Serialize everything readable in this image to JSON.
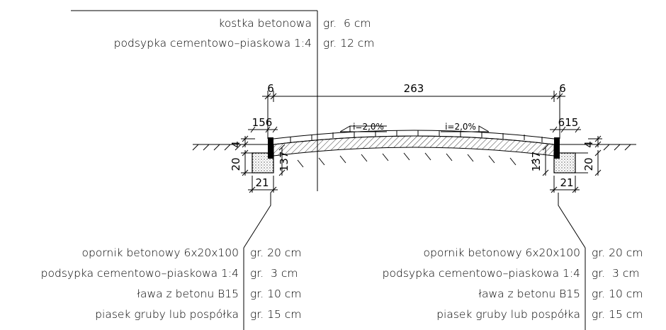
{
  "top_table": {
    "rows": [
      {
        "material": "kostka betonowa",
        "thickness": "gr.  6 cm"
      },
      {
        "material": "podsypka cementowo–piaskowa 1:4",
        "thickness": "gr. 12 cm"
      }
    ]
  },
  "dimensions": {
    "total_width": "263",
    "left_margin": "6",
    "right_margin": "6",
    "left_detail": "156",
    "right_detail": "615",
    "left_height": "20",
    "right_height": "20",
    "left_top": "4",
    "right_top": "4",
    "left_depth": "137",
    "right_depth": "137",
    "left_base": "21",
    "right_base": "21"
  },
  "slopes": {
    "left": "i=2,0%",
    "right": "i=2,0%"
  },
  "bottom_left_table": {
    "rows": [
      {
        "material": "opornik betonowy 6x20x100",
        "thickness": "gr. 20 cm"
      },
      {
        "material": "podsypka cementowo–piaskowa 1:4",
        "thickness": "gr.  3 cm"
      },
      {
        "material": "ława z betonu B15",
        "thickness": "gr. 10 cm"
      },
      {
        "material": "piasek gruby lub pospółka",
        "thickness": "gr. 15 cm"
      }
    ]
  },
  "bottom_right_table": {
    "rows": [
      {
        "material": "opornik betonowy 6x20x100",
        "thickness": "gr. 20 cm"
      },
      {
        "material": "podsypka cementowo–piaskowa 1:4",
        "thickness": "gr.  3 cm"
      },
      {
        "material": "ława z betonu B15",
        "thickness": "gr. 10 cm"
      },
      {
        "material": "piasek gruby lub pospółka",
        "thickness": "gr. 15 cm"
      }
    ]
  }
}
